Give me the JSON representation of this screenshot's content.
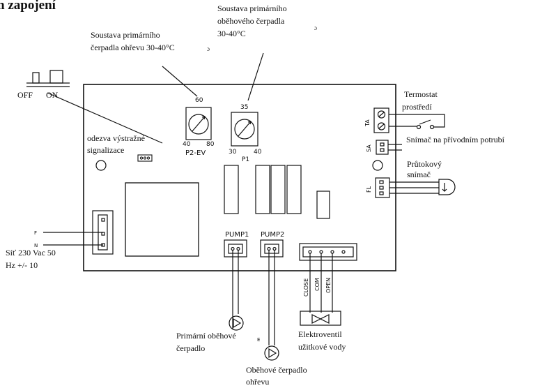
{
  "title": "n zapojení",
  "switch": {
    "off_label": "OFF",
    "on_label": "ON"
  },
  "labels": {
    "p2ev_system": [
      "Soustava primárního",
      "čerpadla ohřevu 30-40°C"
    ],
    "p1_system": [
      "Soustava primárního",
      "oběhového čerpadla",
      "30-40°C"
    ],
    "alarm": [
      "odezva výstražné",
      "signalizace"
    ],
    "mains": [
      "Síť 230 Vac 50",
      "Hz +/- 10"
    ],
    "thermostat": [
      "Termostat",
      "prostředí"
    ],
    "supply_sensor": "Snímač na přívodním potrubí",
    "flow_sensor": [
      "Průtokový",
      "snímač"
    ],
    "primary_pump": [
      "Primární oběhové",
      "čerpadlo"
    ],
    "heating_pump": [
      "Oběhové čerpadlo",
      "ohřevu"
    ],
    "valve": [
      "Elektroventil",
      "užitkové vody"
    ]
  },
  "board": {
    "dial_p2ev": {
      "top": "60",
      "min": "40",
      "max": "80",
      "name": "P2-EV"
    },
    "dial_p1": {
      "top": "35",
      "min": "30",
      "max": "40",
      "name": "P1"
    },
    "pump1": "PUMP1",
    "pump2": "PUMP2",
    "ta": "TA",
    "sa": "SA",
    "fl": "FL",
    "mains_pins": [
      "F",
      "N"
    ],
    "valve_pins": [
      "CLOSE",
      "COM",
      "OPEN"
    ],
    "e_mark": "E"
  },
  "stray_marks": [
    "ɔ",
    "ɔ"
  ],
  "colors": {
    "line": "#111111",
    "background": "#ffffff"
  }
}
